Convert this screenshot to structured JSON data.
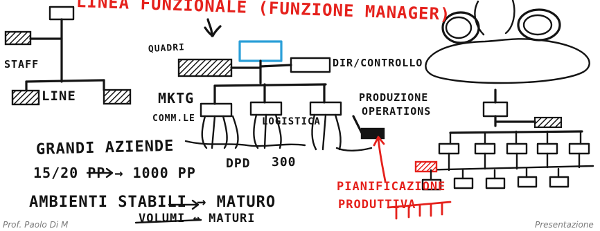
{
  "slide": {
    "heading": "LINEA FUNZIONALE (FUNZIONE MANAGER)",
    "footer_left": "Prof. Paolo Di M",
    "footer_right": "Presentazione"
  },
  "org_labels": {
    "staff": "STAFF",
    "line": "LINE",
    "quadri": "QUADRI",
    "dir_controllo": "DIR/CONTROLLO",
    "mktg": "MKTG",
    "commerciale": "COMM.LE",
    "logistica": "LOGISTICA",
    "produzione": "PRODUZIONE",
    "operations": "OPERATIONS",
    "dpd": "DPD",
    "numbers": "300"
  },
  "notes": {
    "line1": "GRANDI AZIENDE",
    "line2": "15/20 PP → 1000 PP",
    "line3": "AMBIENTI STABILI → MATURO",
    "line4": "VOLUMI ↔ MATURI"
  },
  "red_notes": {
    "line1": "PIANIFICAZIONE",
    "line2": "PRODUTTIVA"
  },
  "colors": {
    "ink": "#141414",
    "red": "#e5211c",
    "blue": "#2a9fd8"
  }
}
